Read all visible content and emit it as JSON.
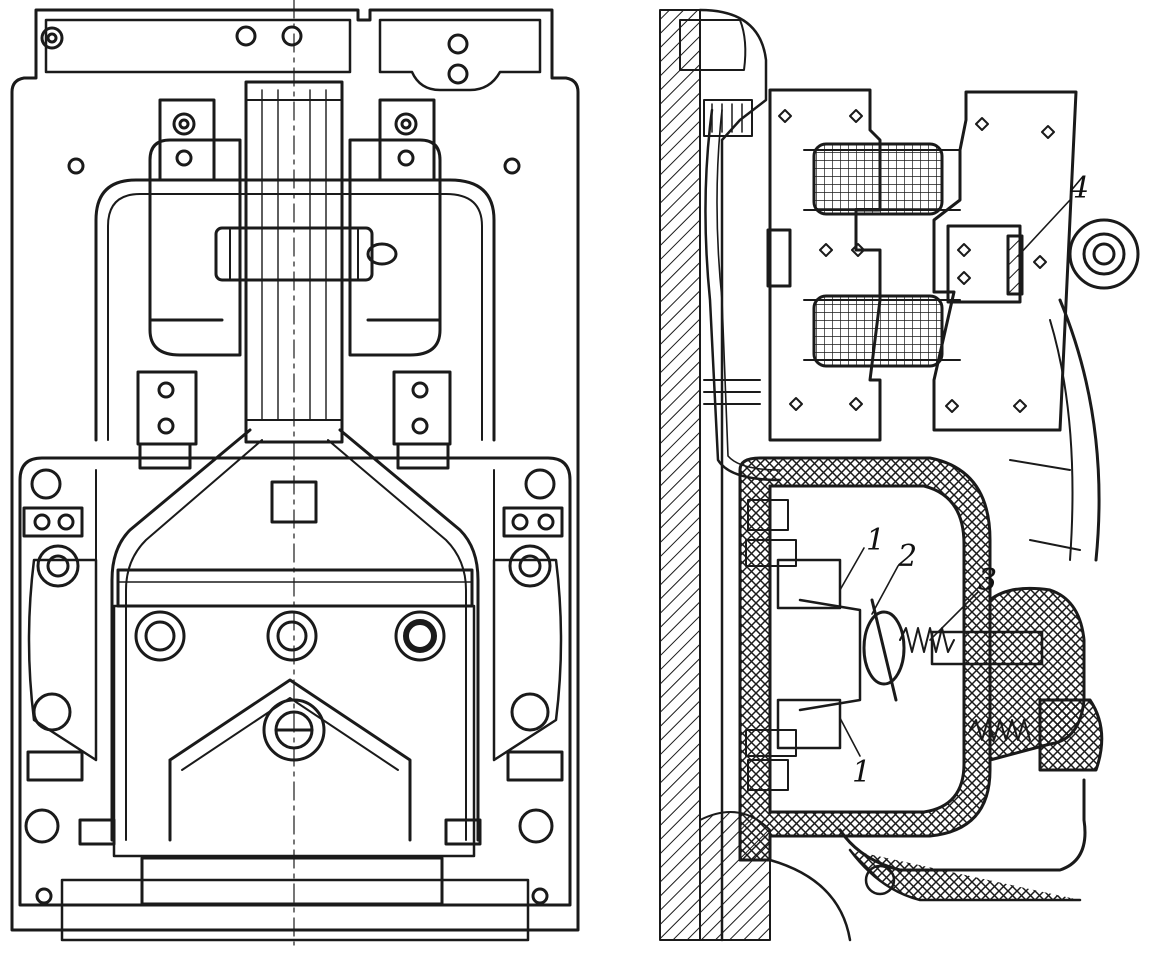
{
  "figure": {
    "line_color": "#1a1a1a",
    "fill_color": "#ffffff",
    "panels": [
      "front-view",
      "side-section-view"
    ],
    "callouts": {
      "label_1_upper": "1",
      "label_1_lower": "1",
      "label_2": "2",
      "label_3": "3",
      "label_4": "4"
    }
  }
}
